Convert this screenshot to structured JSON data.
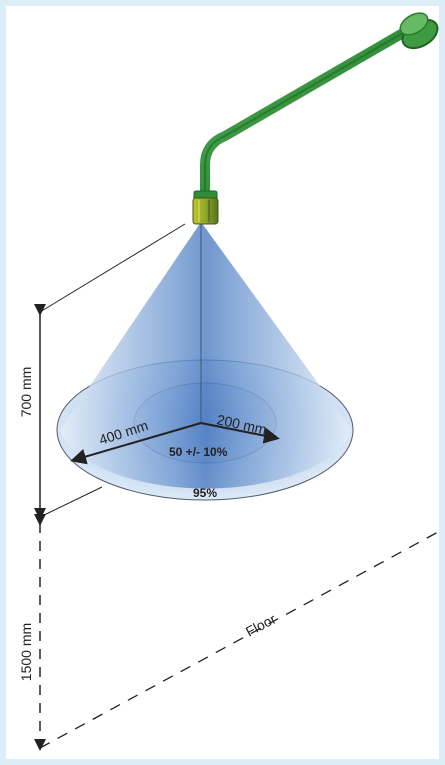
{
  "diagram": {
    "nozzle_description": "Mist spray nozzle on bent pipe",
    "labels": {
      "spray_height": "700 mm",
      "floor_distance": "1500 mm",
      "outer_radius": "400 mm",
      "inner_radius": "200 mm",
      "inner_percent": "50 +/- 10%",
      "outer_percent": "95%",
      "floor": "Floor"
    }
  },
  "colors": {
    "background": "#dcedf8",
    "pipe": "#2f8c37",
    "pipe_dark": "#1f6a28",
    "spray_light": "#d8e8f6",
    "spray_mid": "#7fa7d8",
    "spray_dark": "#4f7fc1",
    "line": "#222222"
  }
}
